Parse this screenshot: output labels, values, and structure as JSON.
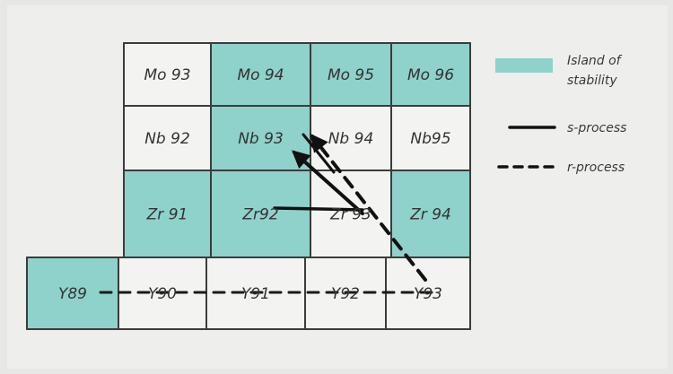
{
  "colors": {
    "island": "#8fd1cb",
    "paper": "#f2f2f0",
    "grid_line": "#3c3c3c",
    "arrow": "#111111"
  },
  "grid": {
    "rows": [
      [
        {
          "label": "Mo 93",
          "island": false
        },
        {
          "label": "Mo 94",
          "island": true
        },
        {
          "label": "Mo 95",
          "island": true
        },
        {
          "label": "Mo 96",
          "island": true
        }
      ],
      [
        {
          "label": "Nb 92",
          "island": false
        },
        {
          "label": "Nb 93",
          "island": true
        },
        {
          "label": "Nb 94",
          "island": false
        },
        {
          "label": "Nb95",
          "island": false
        }
      ],
      [
        {
          "label": "Zr 91",
          "island": true
        },
        {
          "label": "Zr92",
          "island": true
        },
        {
          "label": "Zr 93",
          "island": false
        },
        {
          "label": "Zr 94",
          "island": true
        }
      ],
      [
        {
          "label": "Y89",
          "island": true
        },
        {
          "label": "Y90",
          "island": false
        },
        {
          "label": "Y91",
          "island": false
        },
        {
          "label": "Y92",
          "island": false
        },
        {
          "label": "Y93",
          "island": false
        }
      ]
    ]
  },
  "legend": {
    "island_label": "Island of stability",
    "s_label": "s-process",
    "r_label": "r-process"
  }
}
